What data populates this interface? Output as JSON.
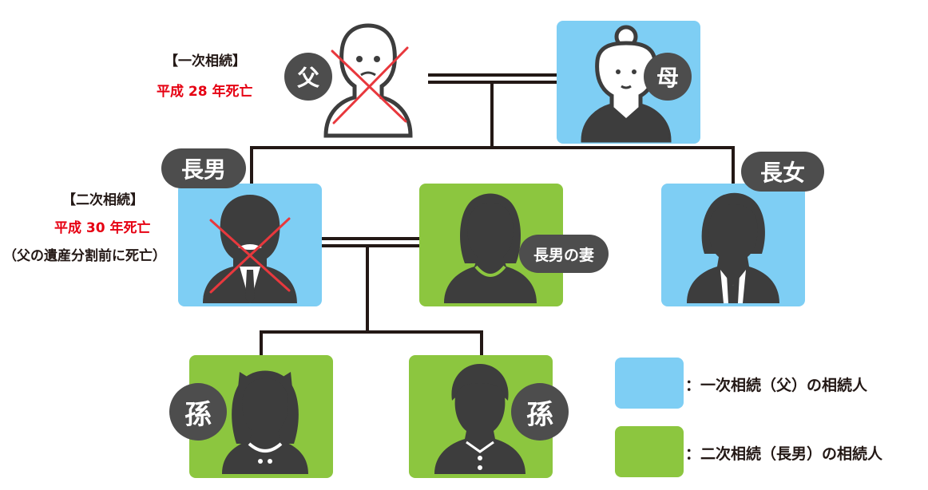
{
  "badges": {
    "father": "父",
    "mother": "母",
    "eldest_son": "長男",
    "eldest_daughter": "長女",
    "sons_wife": "長男の妻",
    "grandchild_left": "孫",
    "grandchild_right": "孫"
  },
  "first_inheritance": {
    "heading": "【一次相続】",
    "date": "平成 28 年死亡"
  },
  "second_inheritance": {
    "heading": "【二次相続】",
    "date": "平成 30 年死亡",
    "note": "（父の遺産分割前に死亡）"
  },
  "legend": {
    "first": {
      "text": "：一次相続（父）の相続人",
      "color": "#7ecef4"
    },
    "second": {
      "text": "：二次相続（長男）の相続人",
      "color": "#8cc63f"
    }
  },
  "colors": {
    "first_heir": "#7ecef4",
    "second_heir": "#8cc63f",
    "badge": "#4d4d4d",
    "deceased_mark": "#e8383d",
    "date_text": "#e60012"
  },
  "icons": [
    "father-icon",
    "mother-icon",
    "eldest-son-icon",
    "sons-wife-icon",
    "eldest-daughter-icon",
    "grandchild-girl-icon",
    "grandchild-boy-icon",
    "cross-mark-icon"
  ]
}
